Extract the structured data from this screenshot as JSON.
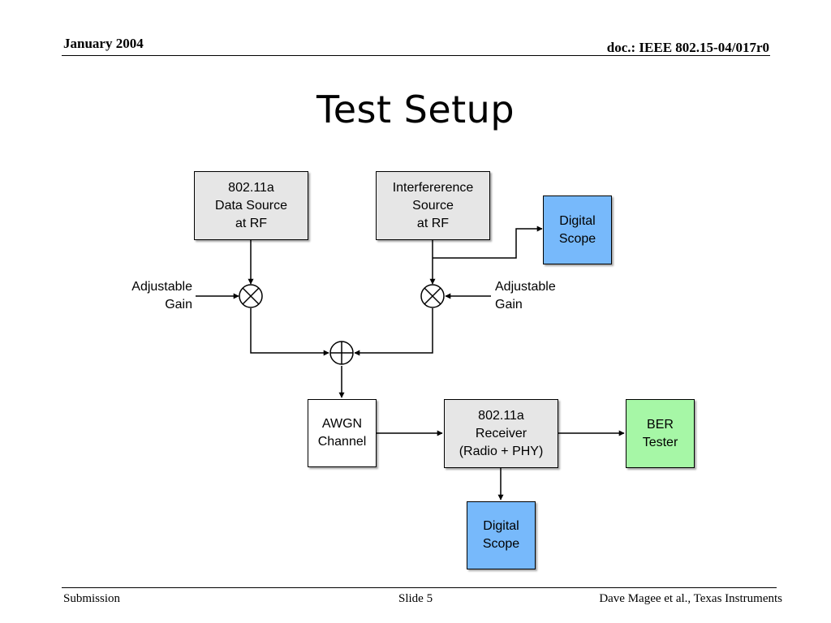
{
  "header": {
    "date": "January 2004",
    "doc_id": "doc.: IEEE 802.15-04/017r0"
  },
  "title": "Test Setup",
  "footer": {
    "left": "Submission",
    "center": "Slide 5",
    "right": "Dave Magee et al., Texas Instruments"
  },
  "diagram": {
    "nodes": {
      "data_source": {
        "label": "802.11a\nData Source\nat RF",
        "fill": "#e6e6e6"
      },
      "interference_source": {
        "label": "Interfererence\nSource\nat RF",
        "fill": "#e6e6e6"
      },
      "scope_top": {
        "label": "Digital\nScope",
        "fill": "#77b9fb"
      },
      "awgn": {
        "label": "AWGN\nChannel",
        "fill": "#ffffff"
      },
      "receiver": {
        "label": "802.11a\nReceiver\n(Radio + PHY)",
        "fill": "#e6e6e6"
      },
      "ber_tester": {
        "label": "BER\nTester",
        "fill": "#a6f7a6"
      },
      "scope_bottom": {
        "label": "Digital\nScope",
        "fill": "#77b9fb"
      }
    },
    "labels": {
      "gain_left": "Adjustable\nGain",
      "gain_right": "Adjustable\nGain"
    },
    "operators": {
      "multiplier_left": "multiply",
      "multiplier_right": "multiply",
      "summer": "sum"
    }
  }
}
